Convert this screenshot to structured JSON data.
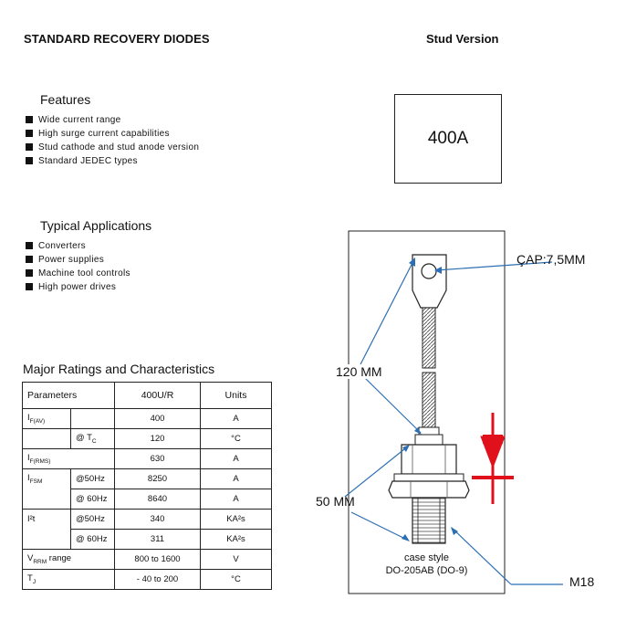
{
  "header": {
    "title": "STANDARD RECOVERY DIODES",
    "version": "Stud Version"
  },
  "rating_badge": "400A",
  "features": {
    "heading": "Features",
    "items": [
      "Wide current range",
      "High surge current capabilities",
      "Stud cathode and stud anode version",
      "Standard JEDEC types"
    ]
  },
  "applications": {
    "heading": "Typical Applications",
    "items": [
      "Converters",
      "Power supplies",
      "Machine tool controls",
      "High power drives"
    ]
  },
  "ratings": {
    "heading": "Major Ratings and Characteristics",
    "columns": [
      "Parameters",
      "400U/R",
      "Units"
    ],
    "rows": [
      {
        "sym": "I",
        "sub": "F(AV)",
        "cond": "",
        "value": "400",
        "unit": "A"
      },
      {
        "sym": "",
        "sub": "",
        "cond": "@ T",
        "cond_sub": "C",
        "value": "120",
        "unit": "°C"
      },
      {
        "sym": "I",
        "sub": "F(RMS)",
        "cond": "",
        "value": "630",
        "unit": "A"
      },
      {
        "sym": "I",
        "sub": "FSM",
        "cond": "@50Hz",
        "value": "8250",
        "unit": "A"
      },
      {
        "sym": "",
        "sub": "",
        "cond": "@ 60Hz",
        "value": "8640",
        "unit": "A"
      },
      {
        "sym": "I²t",
        "sub": "",
        "cond": "@50Hz",
        "value": "340",
        "unit": "KA²s"
      },
      {
        "sym": "",
        "sub": "",
        "cond": "@ 60Hz",
        "value": "311",
        "unit": "KA²s"
      },
      {
        "sym": "V",
        "sub": "RRM",
        "sym_tail": " range",
        "cond": "",
        "value": "800 to 1600",
        "unit": "V"
      },
      {
        "sym": "T",
        "sub": "J",
        "cond": "",
        "value": "- 40 to 200",
        "unit": "°C"
      }
    ]
  },
  "drawing": {
    "label_hole": "ÇAP:7,5MM",
    "label_length": "120 MM",
    "label_body": "50 MM",
    "label_thread": "M18",
    "case_line1": "case style",
    "case_line2": "DO-205AB (DO-9)",
    "arrow_color": "#2c6fb3",
    "symbol_color": "#e0111b"
  }
}
